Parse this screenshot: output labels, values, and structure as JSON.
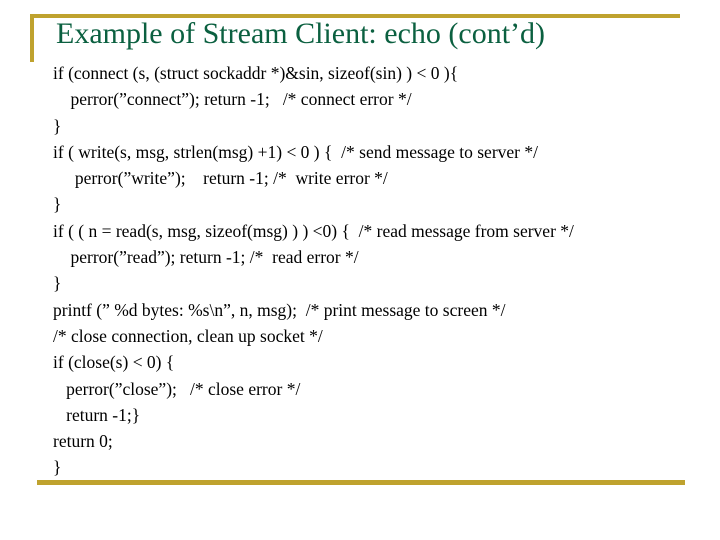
{
  "slide": {
    "title": "Example of Stream Client: echo (cont’d)",
    "title_color": "#0B6040",
    "accent_color": "#BFA22E",
    "background_color": "#FFFFFF",
    "code_color": "#000000"
  },
  "code": {
    "lines": [
      {
        "id": "line-connect-if",
        "text": "if (connect (s, (struct sockaddr *)&sin, sizeof(sin) ) < 0 ){"
      },
      {
        "id": "line-connect-perror",
        "text": "    perror(”connect”); return -1;   /* connect error */"
      },
      {
        "id": "line-connect-close",
        "text": "}"
      },
      {
        "id": "line-write-if",
        "text": "if ( write(s, msg, strlen(msg) +1) < 0 ) {  /* send message to server */"
      },
      {
        "id": "line-write-perror",
        "text": "     perror(”write”);    return -1; /*  write error */"
      },
      {
        "id": "line-write-close",
        "text": "}"
      },
      {
        "id": "line-read-if",
        "text": "if ( ( n = read(s, msg, sizeof(msg) ) ) <0) {  /* read message from server */"
      },
      {
        "id": "line-read-perror",
        "text": "    perror(”read”); return -1; /*  read error */"
      },
      {
        "id": "line-read-close",
        "text": "}"
      },
      {
        "id": "line-printf",
        "text": "printf (” %d bytes: %s\\n”, n, msg);  /* print message to screen */"
      },
      {
        "id": "line-comment-close",
        "text": "/* close connection, clean up socket */"
      },
      {
        "id": "line-close-if",
        "text": "if (close(s) < 0) {"
      },
      {
        "id": "line-close-perror",
        "text": "   perror(”close”);   /* close error */"
      },
      {
        "id": "line-close-return",
        "text": "   return -1;}"
      },
      {
        "id": "line-return-zero",
        "text": "return 0;"
      },
      {
        "id": "line-func-close",
        "text": "}"
      }
    ]
  }
}
